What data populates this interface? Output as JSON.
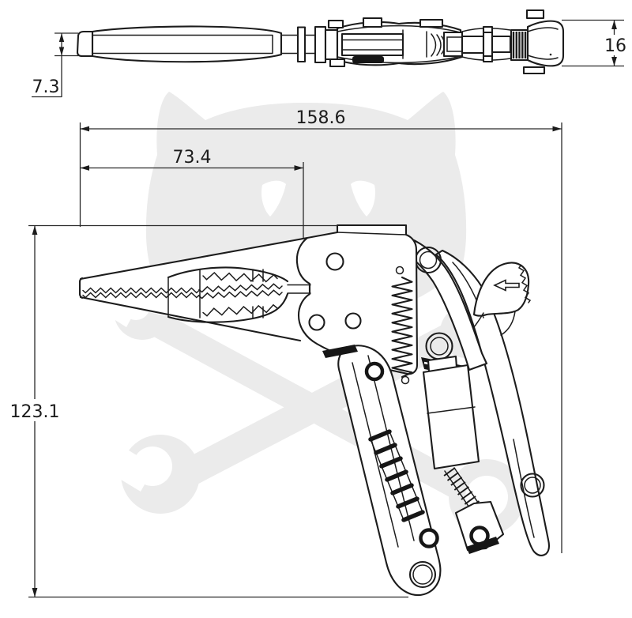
{
  "page": {
    "background": "#ffffff",
    "line_color": "#1c1c1c",
    "watermark_color": "#ebebeb"
  },
  "drawing": {
    "type": "technical-dimension-drawing",
    "subject": "locking grip pliers with long serrated jaws, pistol grip, coil spring, adjusting screw and release lever",
    "views": [
      "top view",
      "side view"
    ],
    "dimensions": {
      "overall_length": "158.6",
      "jaw_length": "73.4",
      "overall_height": "123.1",
      "head_width": "16",
      "nose_thickness": "7.3"
    }
  }
}
